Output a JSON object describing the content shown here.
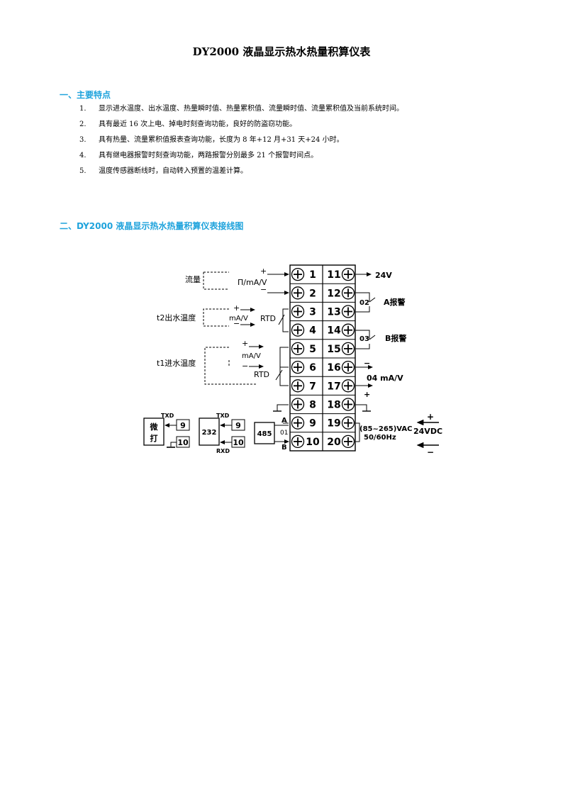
{
  "title": "DY2000 液晶显示热水热量积算仪表",
  "section1": {
    "heading": "一、主要特点",
    "items": [
      {
        "num": "1.",
        "text": "显示进水温度、出水温度、热量瞬时值、热量累积值、流量瞬时值、流量累积值及当前系统时间。"
      },
      {
        "num": "2.",
        "text": "具有最近 16 次上电、掉电时刻查询功能，良好的防盗窃功能。"
      },
      {
        "num": "3.",
        "text": "具有热量、流量累积值报表查询功能，长度为 8 年+12 月+31 天+24 小时。"
      },
      {
        "num": "4.",
        "text": "具有继电器报警时刻查询功能，两路报警分别最多 21 个报警时间点。"
      },
      {
        "num": "5.",
        "text": "温度传感器断线时，自动转入预置的温差计算。"
      }
    ]
  },
  "section2": {
    "heading": "二、DY2000 液晶显示热水热量积算仪表接线图"
  },
  "diagram": {
    "left_terminals": [
      "1",
      "2",
      "3",
      "4",
      "5",
      "6",
      "7",
      "8",
      "9",
      "10"
    ],
    "right_terminals": [
      "11",
      "12",
      "13",
      "14",
      "15",
      "16",
      "17",
      "18",
      "19",
      "20"
    ],
    "labels": {
      "flow": "流量",
      "flow_signal": "Π/mA/V",
      "t2": "t2出水温度",
      "t2_signal": "mA/V",
      "t1": "t1进水温度",
      "t1_signal": "mA/V",
      "rtd1": "RTD",
      "rtd2": "RTD",
      "plus": "+",
      "minus": "−",
      "v24": "24V",
      "relay_a_num": "02",
      "relay_a": "A报警",
      "relay_b_num": "03",
      "relay_b": "B报警",
      "out04": "04 mA/V",
      "vac": "(85~265)VAC",
      "hz": "50/60Hz",
      "vdc": "24VDC",
      "rs485": "485",
      "rs485_a": "A",
      "rs485_b": "B",
      "rs485_num": "01",
      "rs232": "232",
      "txd": "TXD",
      "rxd": "RXD",
      "printer_1": "微",
      "printer_2": "打",
      "n9": "9",
      "n10": "10"
    }
  }
}
